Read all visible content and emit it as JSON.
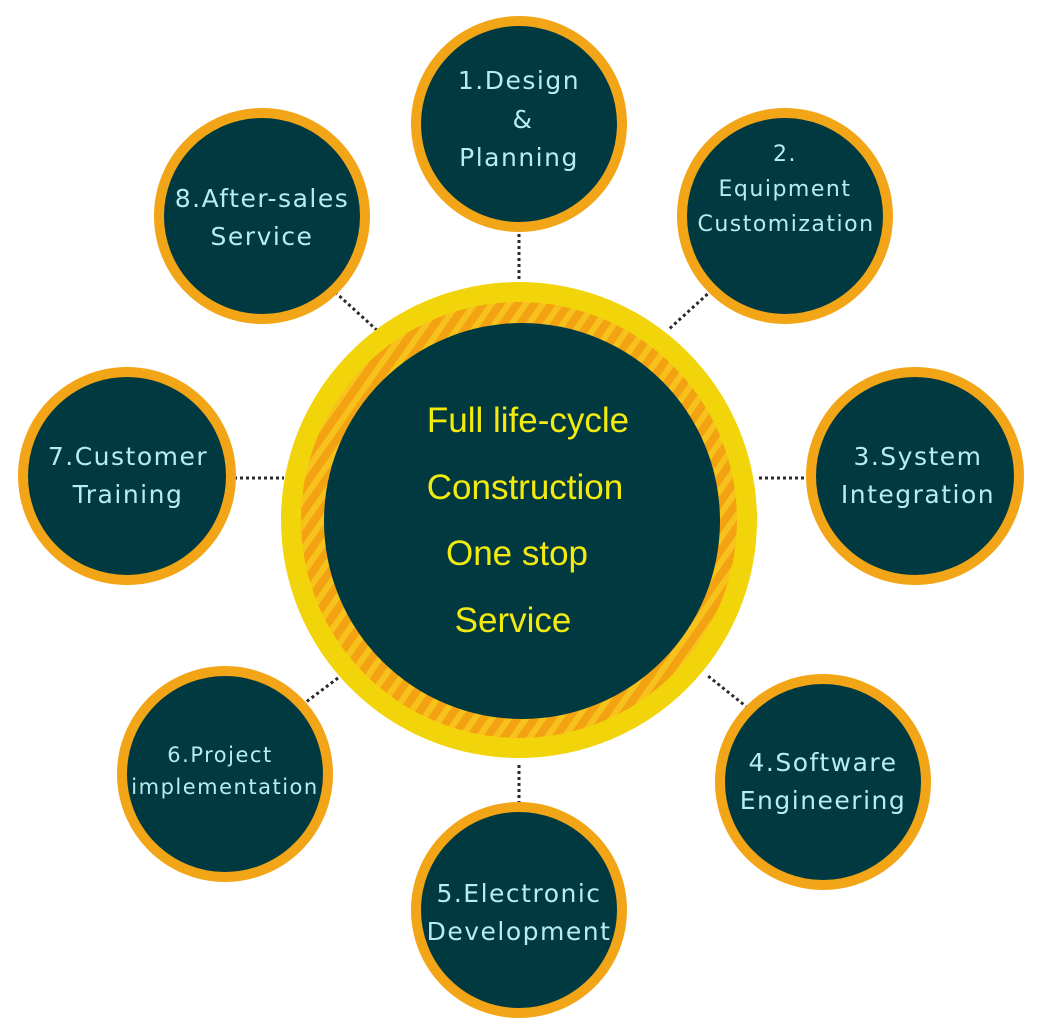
{
  "colors": {
    "node_fill": "#003a40",
    "node_ring": "#f2a516",
    "node_text": "#b8ecf2",
    "center_outer_ring": "#f2d40a",
    "center_inner_ring": "#f3a010",
    "center_text": "#f3ea10",
    "connector": "#2a2a2a"
  },
  "center": {
    "lines": [
      "Full life-cycle",
      "Construction",
      "One stop",
      "Service"
    ]
  },
  "nodes": [
    {
      "id": "design-planning",
      "lines": [
        "1.Design",
        "&",
        "Planning"
      ]
    },
    {
      "id": "equipment-customization",
      "lines": [
        "2.",
        "Equipment",
        "Customization"
      ]
    },
    {
      "id": "system-integration",
      "lines": [
        "3.System",
        "Integration"
      ]
    },
    {
      "id": "software-engineering",
      "lines": [
        "4.Software",
        "Engineering"
      ]
    },
    {
      "id": "electronic-development",
      "lines": [
        "5.Electronic",
        "Development"
      ]
    },
    {
      "id": "project-implementation",
      "lines": [
        "6.Project",
        "implementation"
      ]
    },
    {
      "id": "customer-training",
      "lines": [
        "7.Customer",
        "Training"
      ]
    },
    {
      "id": "after-sales-service",
      "lines": [
        "8.After-sales",
        "Service"
      ]
    }
  ]
}
